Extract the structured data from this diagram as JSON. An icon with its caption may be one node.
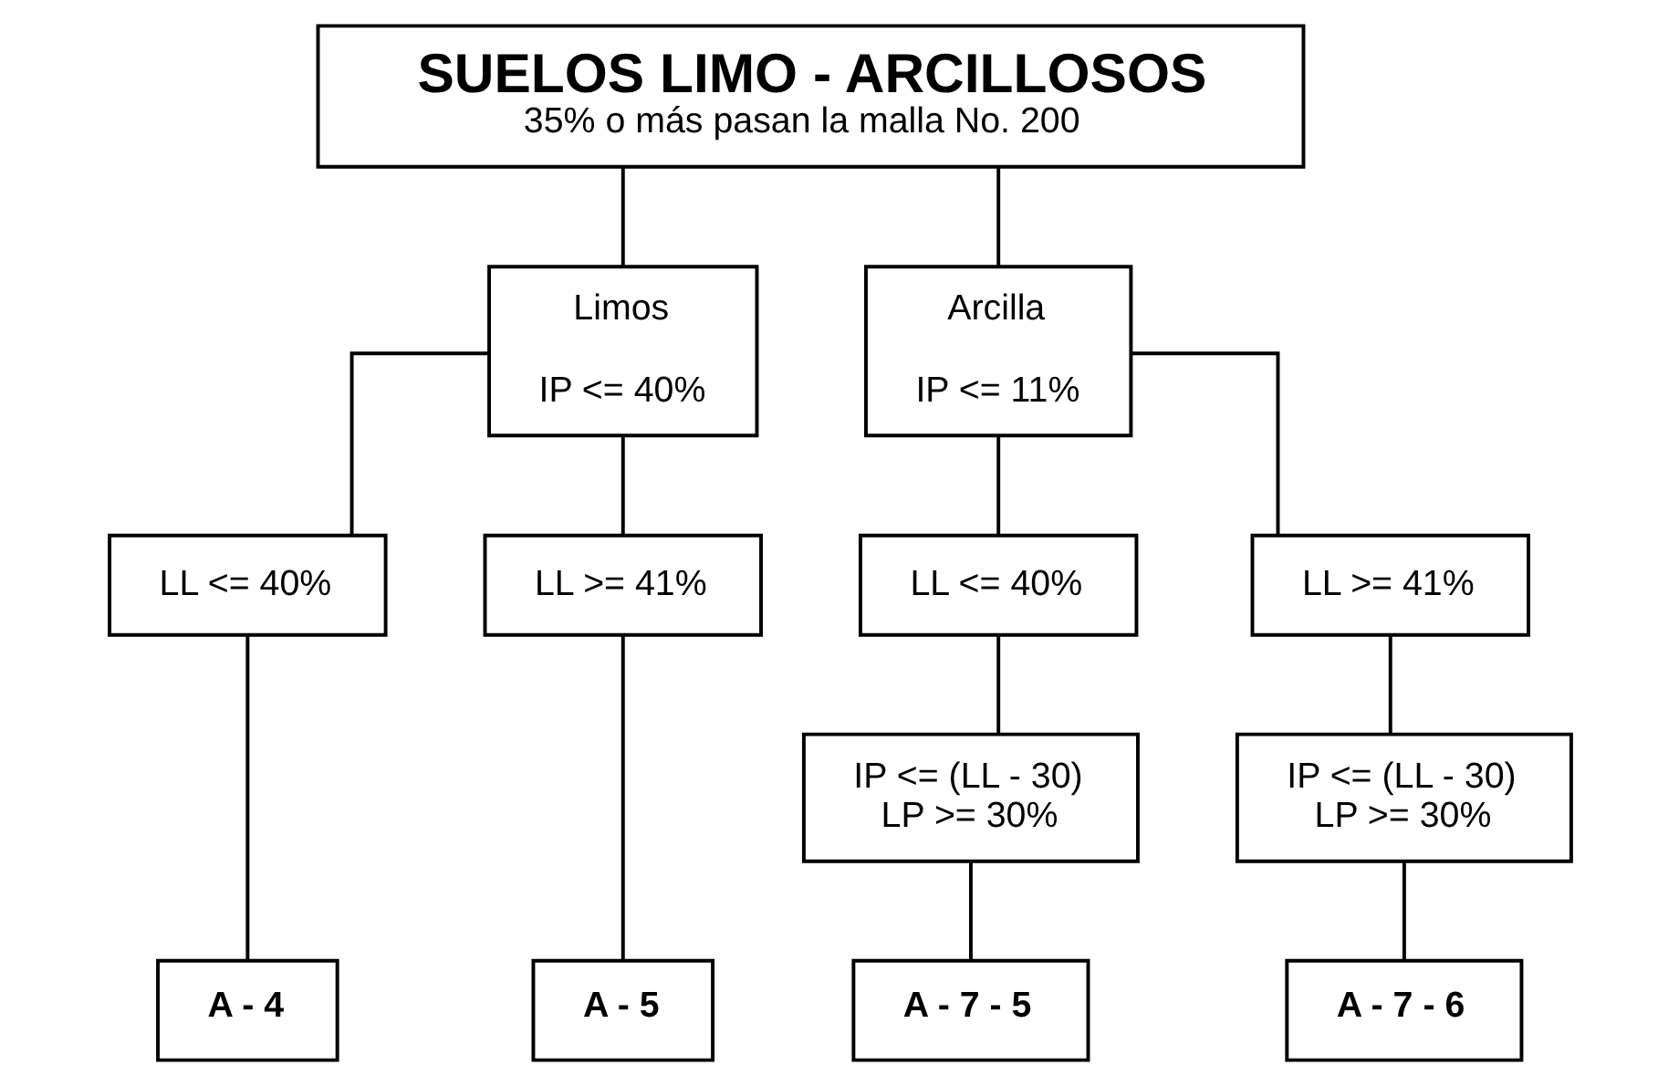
{
  "diagram": {
    "nodes": [
      {
        "text": [
          "SUELOS LIMO - ARCILLOSOS",
          "35% o más pasan la malla No. 200"
        ]
      },
      {
        "text": [
          "Limos",
          "IP <= 40%"
        ]
      },
      {
        "text": [
          "Arcilla",
          "IP <= 11%"
        ]
      },
      {
        "text": [
          "LL <= 40%"
        ]
      },
      {
        "text": [
          "LL >= 41%"
        ]
      },
      {
        "text": [
          "LL <= 40%"
        ]
      },
      {
        "text": [
          "LL >= 41%"
        ]
      },
      {
        "text": [
          "IP <= (LL - 30)",
          "LP >= 30%"
        ]
      },
      {
        "text": [
          "IP <= (LL - 30)",
          "LP >= 30%"
        ]
      },
      {
        "text": [
          "A - 4"
        ]
      },
      {
        "text": [
          "A - 5"
        ]
      },
      {
        "text": [
          "A - 7 - 5"
        ]
      },
      {
        "text": [
          "A - 7 - 6"
        ]
      }
    ],
    "edges": [
      {
        "from": 0,
        "to": 1,
        "arrow": "none"
      },
      {
        "from": 0,
        "to": 2,
        "arrow": "none"
      },
      {
        "from": 1,
        "to": 3,
        "arrow": "none"
      },
      {
        "from": 1,
        "to": 4,
        "arrow": "none"
      },
      {
        "from": 2,
        "to": 5,
        "arrow": "none"
      },
      {
        "from": 2,
        "to": 6,
        "arrow": "none"
      },
      {
        "from": 3,
        "to": 9,
        "arrow": "none"
      },
      {
        "from": 4,
        "to": 10,
        "arrow": "none"
      },
      {
        "from": 5,
        "to": 7,
        "arrow": "none"
      },
      {
        "from": 6,
        "to": 8,
        "arrow": "none"
      },
      {
        "from": 7,
        "to": 11,
        "arrow": "none"
      },
      {
        "from": 8,
        "to": 12,
        "arrow": "none"
      }
    ]
  }
}
